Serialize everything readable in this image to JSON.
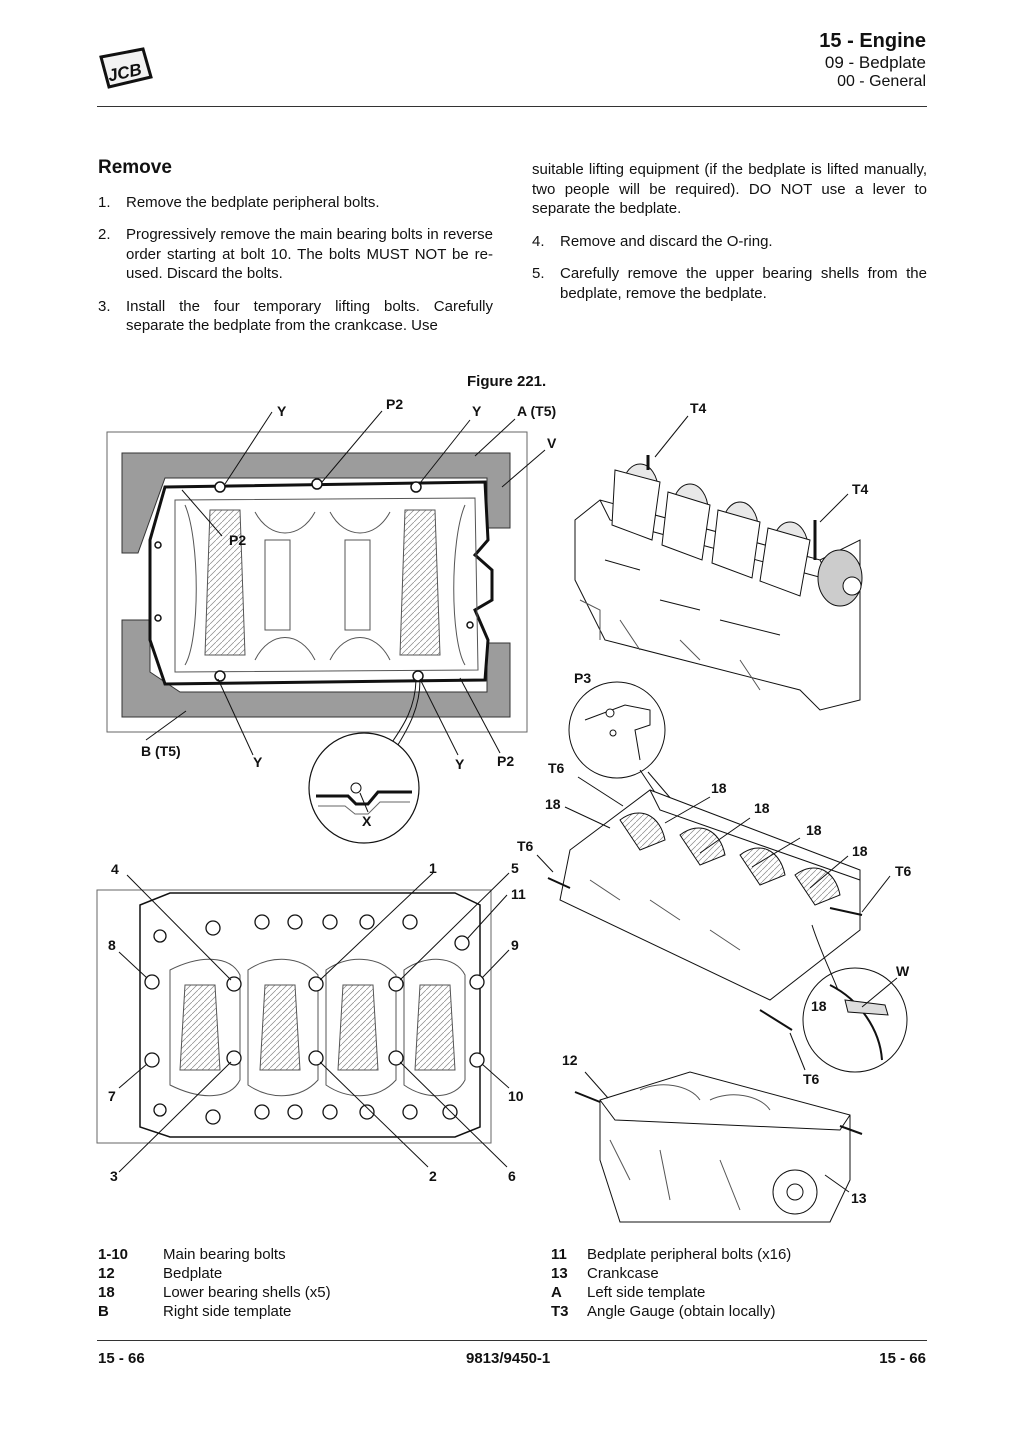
{
  "header": {
    "section": "15 - Engine",
    "subsection": "09 - Bedplate",
    "topic": "00 - General",
    "logo_text": "JCB"
  },
  "remove": {
    "heading": "Remove",
    "steps": [
      {
        "num": "1.",
        "text": "Remove the bedplate peripheral bolts."
      },
      {
        "num": "2.",
        "text": "Progressively remove the main bearing bolts in reverse order starting at bolt 10. The bolts MUST NOT be re-used. Discard the bolts."
      },
      {
        "num": "3.",
        "text": "Install the four temporary lifting bolts. Carefully separate the bedplate from the crankcase. Use"
      },
      {
        "num": "4.",
        "text": "Remove and discard the O-ring."
      },
      {
        "num": "5.",
        "text": "Carefully remove the upper bearing shells from the bedplate, remove the bedplate."
      }
    ],
    "step3_cont": "suitable lifting equipment (if the bedplate is lifted manually, two people will be required). DO NOT use a lever to separate the bedplate."
  },
  "figure": {
    "label": "Figure 221.",
    "callouts": {
      "y": "Y",
      "p2": "P2",
      "a_t5": "A (T5)",
      "v": "V",
      "t4": "T4",
      "b_t5": "B (T5)",
      "x": "X",
      "p3": "P3",
      "t6": "T6",
      "w": "W",
      "n18": "18",
      "n1": "1",
      "n2": "2",
      "n3": "3",
      "n4": "4",
      "n5": "5",
      "n6": "6",
      "n7": "7",
      "n8": "8",
      "n9": "9",
      "n10": "10",
      "n11": "11",
      "n12": "12",
      "n13": "13"
    }
  },
  "legend": {
    "left": [
      {
        "key": "1-10",
        "desc": "Main bearing bolts"
      },
      {
        "key": "12",
        "desc": "Bedplate"
      },
      {
        "key": "18",
        "desc": "Lower bearing shells (x5)"
      },
      {
        "key": "B",
        "desc": "Right side template"
      }
    ],
    "right": [
      {
        "key": "11",
        "desc": "Bedplate peripheral bolts (x16)"
      },
      {
        "key": "13",
        "desc": "Crankcase"
      },
      {
        "key": "A",
        "desc": "Left side template"
      },
      {
        "key": "T3",
        "desc": "Angle Gauge (obtain locally)"
      }
    ]
  },
  "footer": {
    "left": "15 - 66",
    "center": "9813/9450-1",
    "right": "15 - 66"
  }
}
